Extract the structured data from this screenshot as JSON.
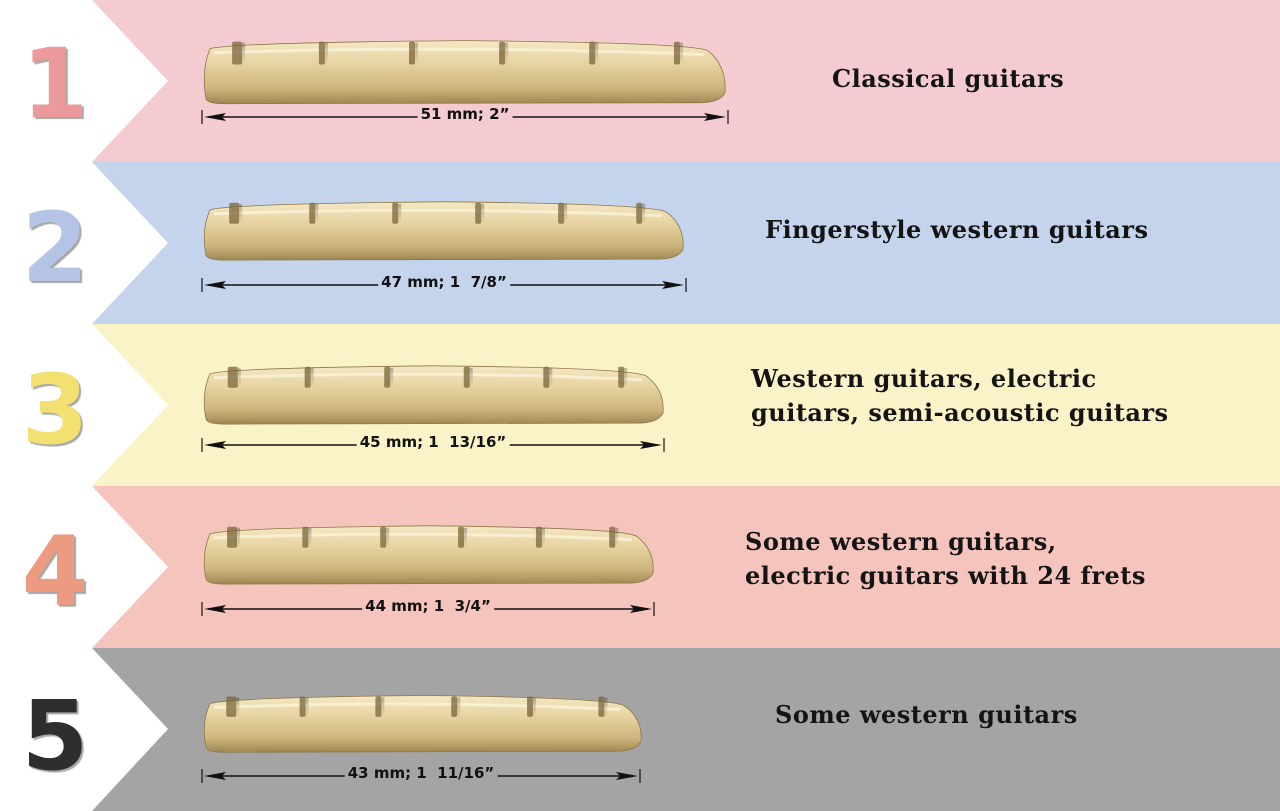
{
  "rows": [
    {
      "number": "1",
      "measurement": "51 mm; 2”",
      "description": [
        "Classical guitars"
      ],
      "band_color": "#f5cbd2",
      "number_color": "#ea9a9a"
    },
    {
      "number": "2",
      "measurement": "47 mm; 1  7/8”",
      "description": [
        "Fingerstyle western guitars"
      ],
      "band_color": "#c3d4ec",
      "number_color": "#b3c4e4"
    },
    {
      "number": "3",
      "measurement": "45 mm; 1  13/16”",
      "description": [
        "Western guitars, electric",
        "guitars, semi-acoustic guitars"
      ],
      "band_color": "#faf3c8",
      "number_color": "#f2e070"
    },
    {
      "number": "4",
      "measurement": "44 mm; 1  3/4”",
      "description": [
        "Some western guitars,",
        "electric guitars with 24 frets"
      ],
      "band_color": "#f5c4bc",
      "number_color": "#ec9a80"
    },
    {
      "number": "5",
      "measurement": "43 mm; 1  11/16”",
      "description": [
        "Some western guitars"
      ],
      "band_color": "#a4a4a4",
      "number_color": "#2e2e2e"
    }
  ]
}
